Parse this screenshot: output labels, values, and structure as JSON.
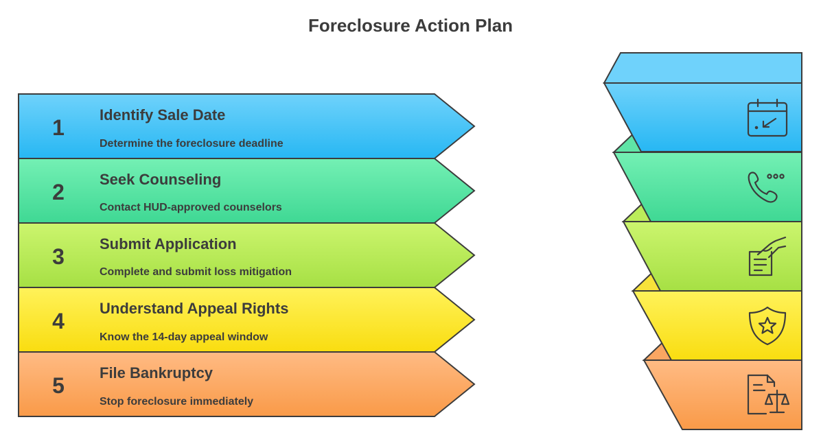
{
  "title": "Foreclosure Action Plan",
  "steps": [
    {
      "number": "1",
      "title": "Identify Sale Date",
      "description": "Determine the foreclosure deadline",
      "color_top": "#6fd2fb",
      "color_bottom": "#27b7f3",
      "icon": "calendar-arrow-icon"
    },
    {
      "number": "2",
      "title": "Seek Counseling",
      "description": "Contact HUD-approved counselors",
      "color_top": "#74f0b4",
      "color_bottom": "#3fd894",
      "icon": "phone-call-icon"
    },
    {
      "number": "3",
      "title": "Submit Application",
      "description": "Complete and submit loss mitigation",
      "color_top": "#ccf56e",
      "color_bottom": "#a6e044",
      "icon": "hand-document-icon"
    },
    {
      "number": "4",
      "title": "Understand Appeal Rights",
      "description": "Know the 14-day appeal window",
      "color_top": "#fff25a",
      "color_bottom": "#f9dd10",
      "icon": "shield-star-icon"
    },
    {
      "number": "5",
      "title": "File Bankruptcy",
      "description": "Stop foreclosure immediately",
      "color_top": "#ffbb84",
      "color_bottom": "#f99a48",
      "icon": "legal-document-scales-icon"
    }
  ]
}
